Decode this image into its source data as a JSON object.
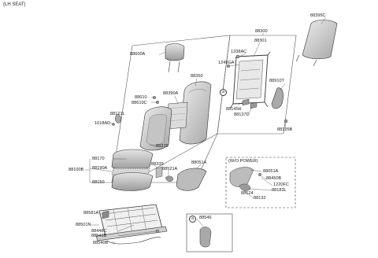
{
  "header": "(LH SEAT)",
  "parts": {
    "p88395C": "88395C",
    "p88300": "88300",
    "p88301": "88301",
    "p1338AC": "1338AC",
    "p1249GA": "1249GA",
    "p88910T": "88910T",
    "p88145H": "88145H",
    "p88137D": "88137D",
    "p88195B": "88195B",
    "p88600A": "88600A",
    "p88350": "88350",
    "p88390A": "88390A",
    "p88610": "88610",
    "p88610C": "88610C",
    "p88121L": "88121L",
    "p1018AD": "1018AD",
    "p88370": "88370",
    "p88170": "88170",
    "p88100B": "88100B",
    "p88190A": "88190A",
    "p88150": "88150",
    "p88339": "88339",
    "p88521A": "88521A",
    "p88051A": "88051A",
    "p88581A": "88581A",
    "p88501N": "88501N",
    "p88448C": "88448C",
    "p88541B": "88541B",
    "p88540B": "88540B",
    "p88546": "88546"
  },
  "wo_power": {
    "title": "(W/O POWER)",
    "p88051A": "88051A",
    "p88450B": "88450B",
    "p1220FC": "1220FC",
    "p88183L": "88183L",
    "p88124": "88124",
    "p88132": "88132"
  },
  "callout_letter": "a",
  "colors": {
    "line": "#333333",
    "part_fill": "#cfcfcf",
    "part_dark": "#8a8a8a"
  }
}
